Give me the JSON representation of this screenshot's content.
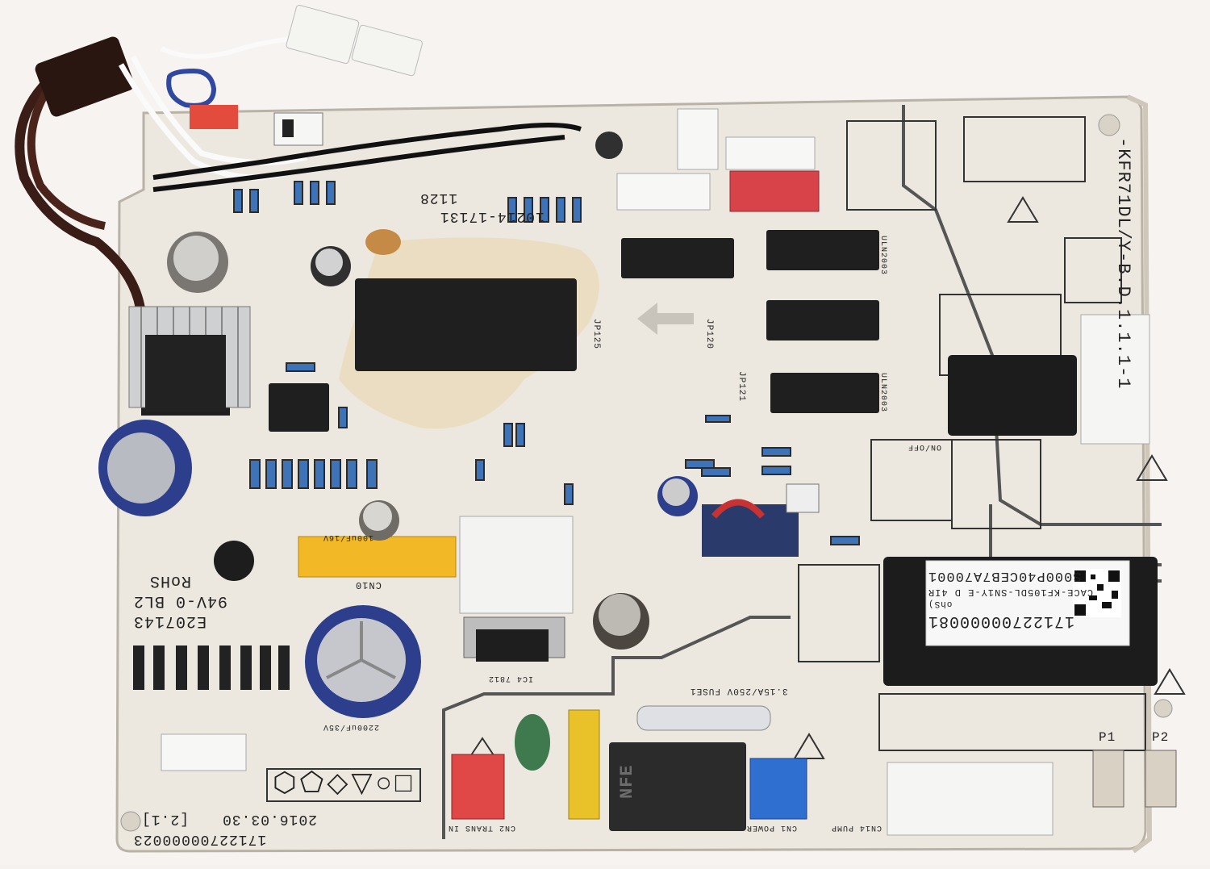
{
  "board": {
    "model_code": "-KFR71DL/Y-B.D.1.1.1-1",
    "part_number": "10214-17131",
    "serial_bottom": "17122700000023",
    "date_code": "2016.03.30",
    "version": "[2.1]",
    "ul_code": "E207143",
    "flammability": "94V-0 BL2",
    "rohs": "RoHS",
    "revision_mark": "1128",
    "symbols": "⬡⬠◇▽○□"
  },
  "label": {
    "line1": "S000P40CEB7A70001",
    "line2": "CACE-KF105DL-SN1Y-E D 4IR",
    "line3": "ohS)",
    "line4": "17122700000081"
  },
  "connectors": {
    "cn10": "CN10",
    "cn_trans": "CN2 TRANS IN",
    "cn_power": "CN1 POWER",
    "cn_pump": "CN14 PUMP",
    "p1": "P1",
    "p2": "P2",
    "fuse": "3.15A/250V FUSE1",
    "nfe": "NFE"
  },
  "silk_text": {
    "jp125": "JP125",
    "jp121": "JP121",
    "jp120": "JP120",
    "ic7": "ULN2003",
    "ic9": "ULN2003",
    "ic4": "IC4 7812",
    "cap_e13": "100uF/16V",
    "cap_e10": "2200uF/35V",
    "onoff": "ON/OFF"
  },
  "colors": {
    "pcb": "#eee9e1",
    "ic": "#1f1f1f",
    "cap_blue": "#2d3f8c",
    "connector_red": "#d8434a",
    "connector_blue": "#2f6fcf",
    "connector_yellow": "#f3b825",
    "connector_white": "#f7f7f5",
    "trace": "#555"
  }
}
